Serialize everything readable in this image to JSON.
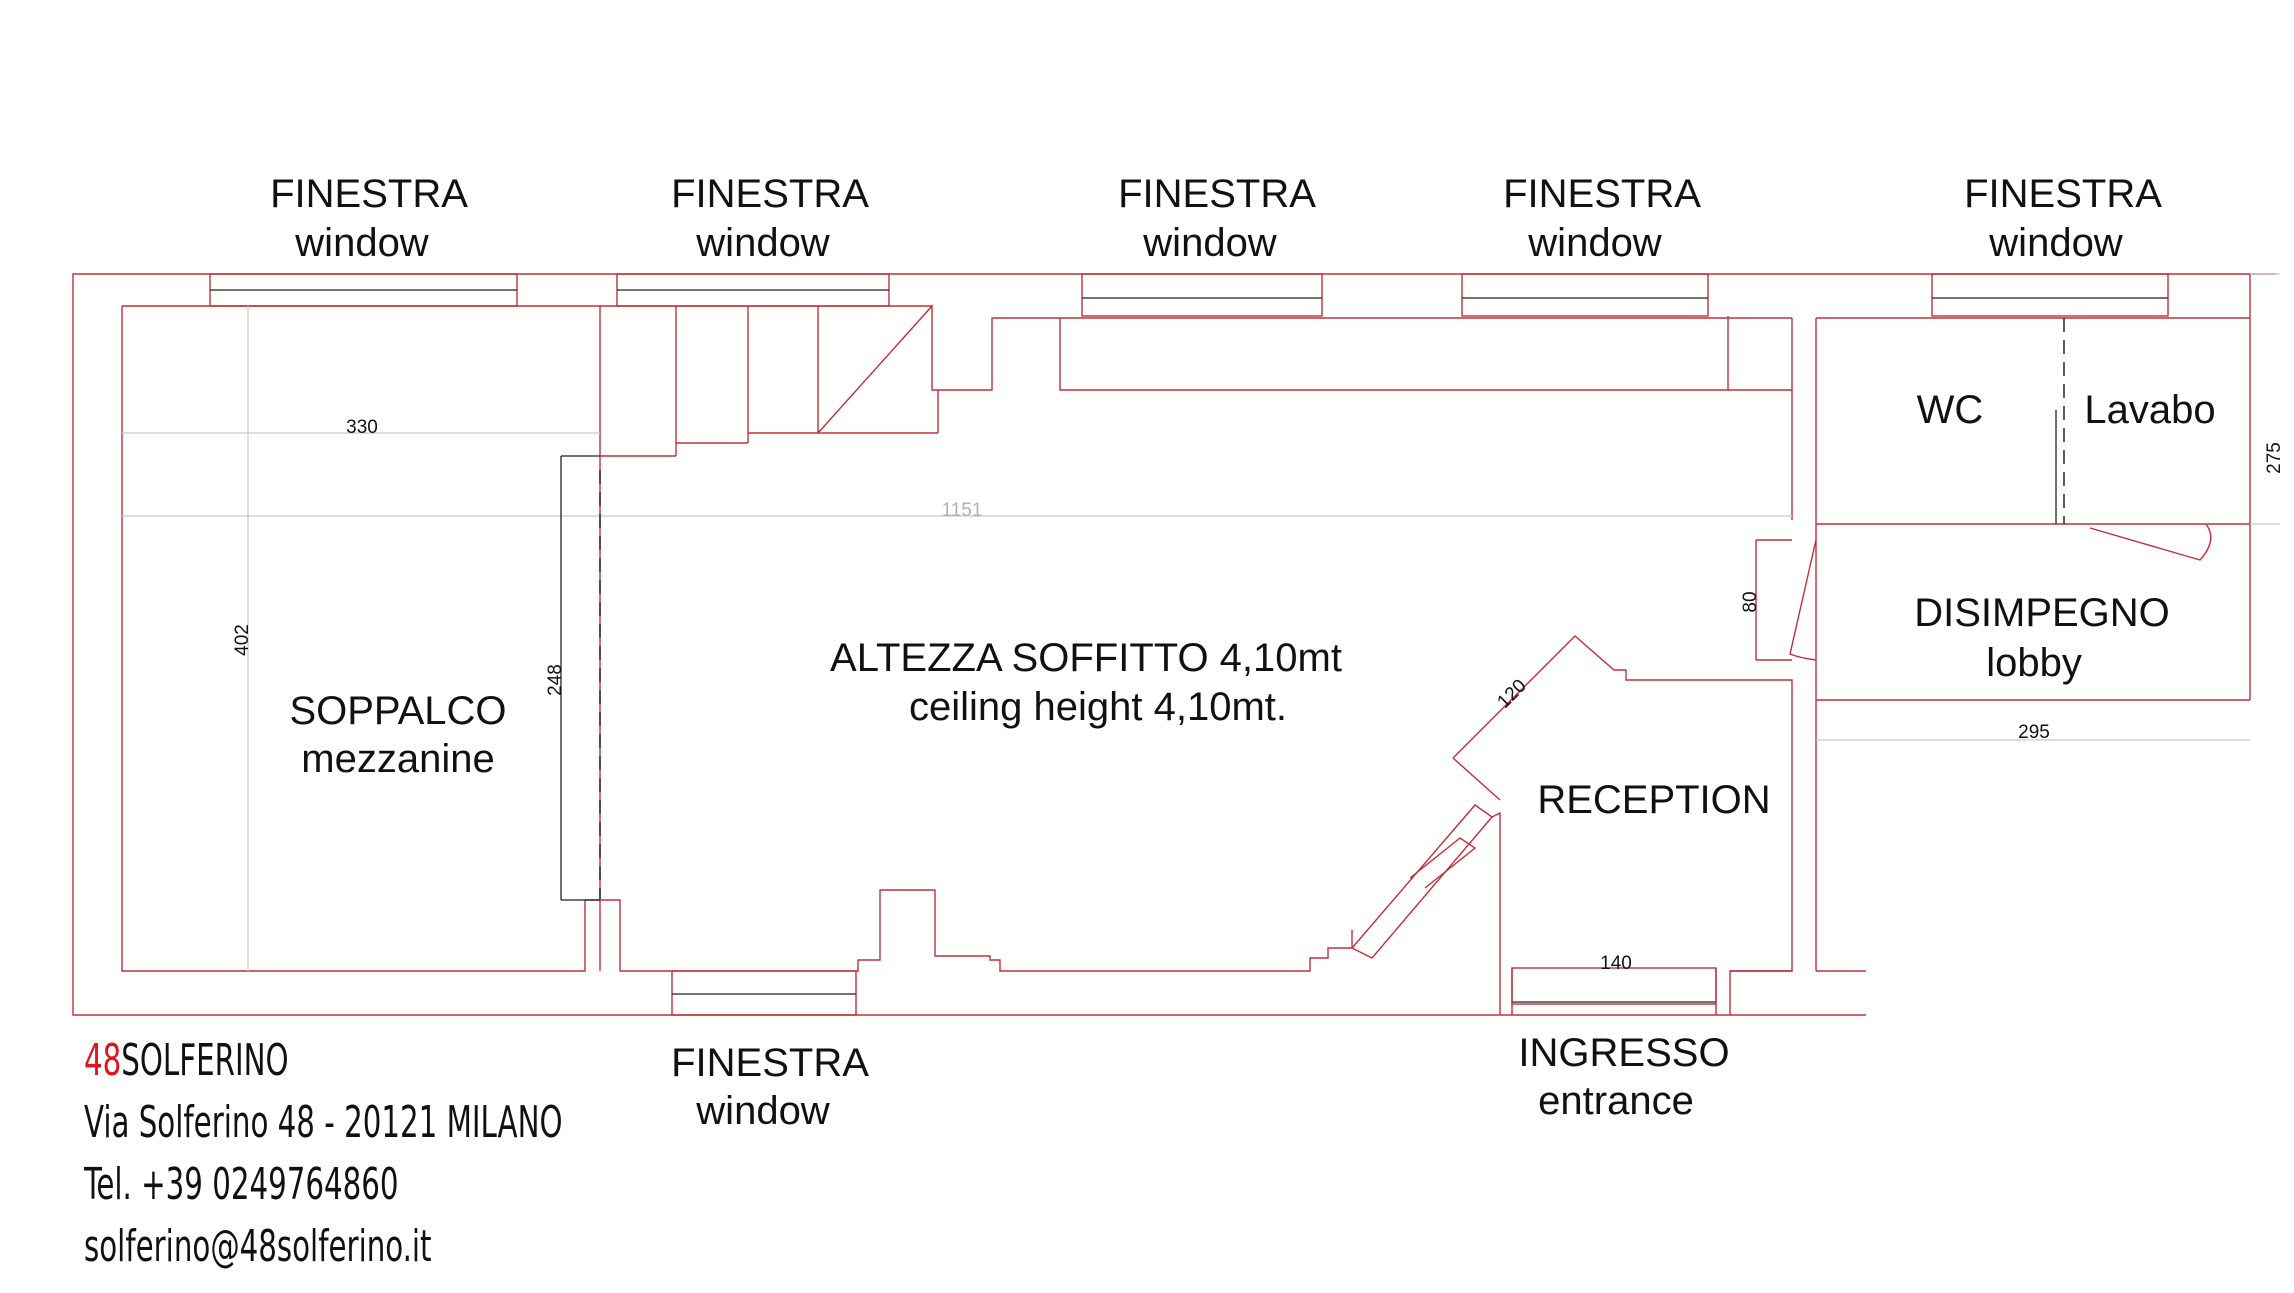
{
  "labels": {
    "window_it": "FINESTRA",
    "window_en": "window",
    "wc": "WC",
    "lavabo": "Lavabo",
    "lobby_it": "DISIMPEGNO",
    "lobby_en": "lobby",
    "mezz_it": "SOPPALCO",
    "mezz_en": "mezzanine",
    "ceiling_it": "ALTEZZA SOFFITTO  4,10mt",
    "ceiling_en": "ceiling height 4,10mt.",
    "reception": "RECEPTION",
    "entrance_it": "INGRESSO",
    "entrance_en": "entrance"
  },
  "dimensions": {
    "d330": "330",
    "d1151": "1151",
    "d402": "402",
    "d248": "248",
    "d80": "80",
    "d120": "120",
    "d275": "275",
    "d295": "295",
    "d140": "140"
  },
  "footer": {
    "brand_number": "48",
    "brand_name": "SOLFERINO",
    "address": "Via Solferino 48 - 20121 MILANO",
    "phone": "Tel. +39 0249764860",
    "email": "solferino@48solferino.it"
  },
  "colors": {
    "wall": "#c0303a",
    "accent": "#e0141e"
  }
}
